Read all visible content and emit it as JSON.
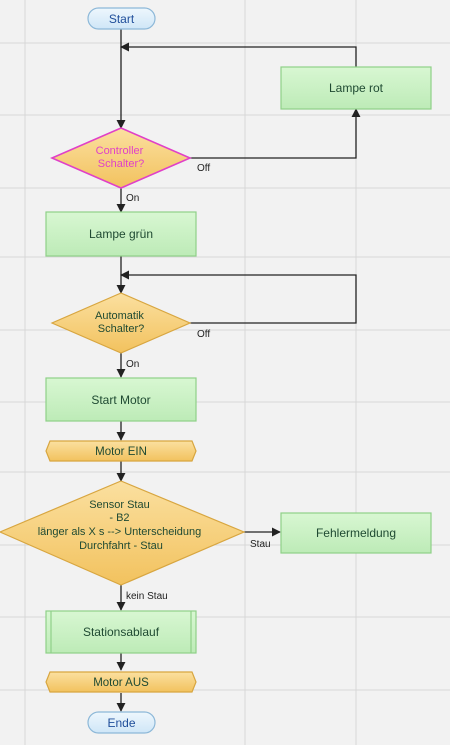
{
  "nodes": {
    "start": "Start",
    "lampe_rot": "Lampe rot",
    "controller": [
      "Controller",
      "Schalter?"
    ],
    "lampe_gruen": "Lampe grün",
    "automatik": [
      "Automatik",
      "Schalter?"
    ],
    "start_motor": "Start Motor",
    "motor_ein": "Motor EIN",
    "sensor": [
      "Sensor Stau",
      "- B2",
      "länger als X s --> Unterscheidung",
      "Durchfahrt - Stau"
    ],
    "fehlermeldung": "Fehlermeldung",
    "stationsablauf": "Stationsablauf",
    "motor_aus": "Motor AUS",
    "ende": "Ende"
  },
  "edges": {
    "off1": "Off",
    "on1": "On",
    "off2": "Off",
    "on2": "On",
    "stau": "Stau",
    "kein_stau": "kein Stau"
  },
  "colors": {
    "terminal_fill": "#dbeefa",
    "terminal_stroke": "#8db8d8",
    "process_fill": "#c9f2c4",
    "process_stroke": "#8fd088",
    "decision_fill": "#f7cd72",
    "decision_stroke": "#d8a640",
    "highlight_stroke": "#e040c8",
    "highlight_text": "#e040c8",
    "terminal_text": "#1f4e9a",
    "body_text": "#1f4a32",
    "line": "#222222",
    "grid": "#d8d8d8"
  }
}
